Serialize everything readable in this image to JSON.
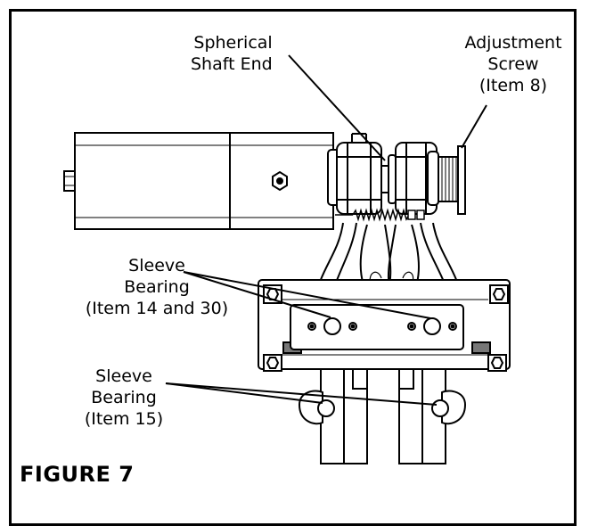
{
  "labels": {
    "spherical_shaft_end": [
      "Spherical",
      "Shaft End"
    ],
    "adjustment_screw": [
      "Adjustment",
      "Screw",
      "(Item 8)"
    ],
    "sleeve_bearing_upper": [
      "Sleeve",
      "Bearing",
      "(Item 14 and 30)"
    ],
    "sleeve_bearing_lower": [
      "Sleeve",
      "Bearing",
      "(Item 15)"
    ]
  },
  "caption": "FIGURE 7"
}
